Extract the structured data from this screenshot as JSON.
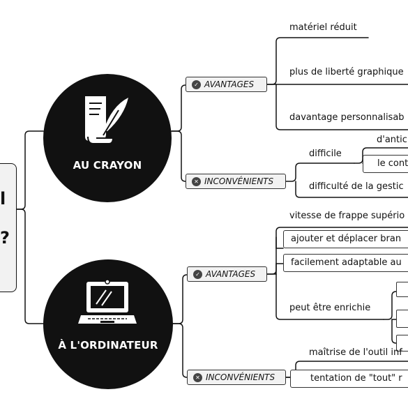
{
  "colors": {
    "node_fill": "#111111",
    "node_text": "#ffffff",
    "category_fill": "#f2f2f2",
    "line": "#111111"
  },
  "root": {
    "glyph_top": "l",
    "glyph_bottom": "?"
  },
  "branches": [
    {
      "title": "AU CRAYON",
      "icon": "scroll-quill-icon",
      "categories": [
        {
          "label": "AVANTAGES",
          "icon": "check-icon",
          "items": [
            "matériel réduit",
            "plus de liberté graphique",
            "davantage personnalisab"
          ]
        },
        {
          "label": "INCONVÉNIENTS",
          "icon": "x-icon",
          "items": [
            "difficile",
            "d'antic",
            "le cont",
            "difficulté de la gestic"
          ]
        }
      ]
    },
    {
      "title": "À L'ORDINATEUR",
      "icon": "laptop-icon",
      "categories": [
        {
          "label": "AVANTAGES",
          "icon": "check-icon",
          "items": [
            "vitesse de frappe supério",
            "ajouter et déplacer bran",
            "facilement adaptable au",
            "peut être enrichie"
          ]
        },
        {
          "label": "INCONVÉNIENTS",
          "icon": "x-icon",
          "items": [
            "maîtrise de l'outil inf",
            "tentation de \"tout\" r"
          ]
        }
      ]
    }
  ]
}
